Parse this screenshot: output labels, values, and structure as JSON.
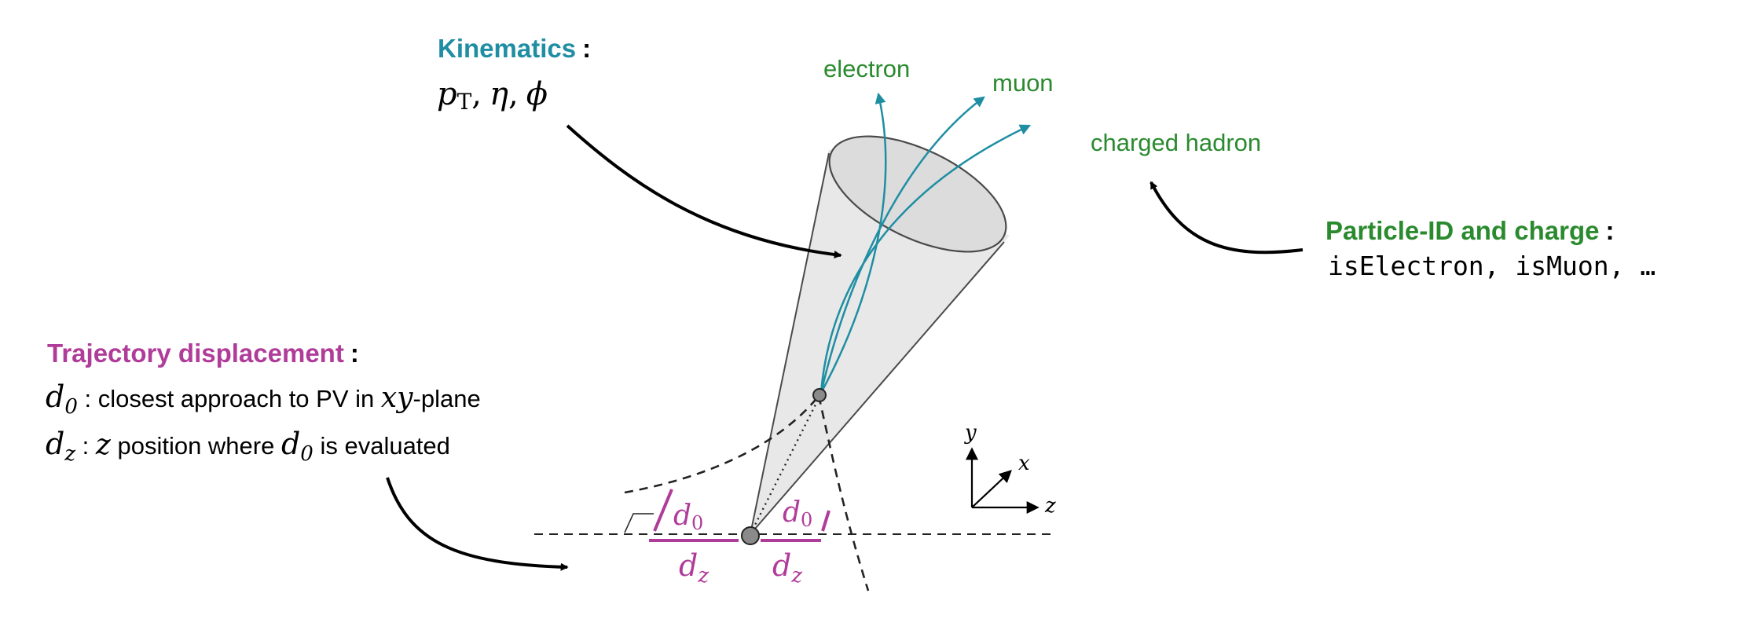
{
  "colors": {
    "kinematics": "#1f8ea3",
    "particle": "#2a8a2e",
    "trajectory": "#b03c9a",
    "track": "#1f8ea3",
    "cone_fill": "#e6e6e6",
    "cone_stroke": "#4a4a4a",
    "ink": "#000000"
  },
  "kinematics": {
    "title": "Kinematics",
    "colon": ":",
    "vars": [
      "p",
      "T",
      "η",
      "ϕ"
    ],
    "sep": ","
  },
  "particles": {
    "electron": "electron",
    "muon": "muon",
    "hadron": "charged hadron"
  },
  "pid": {
    "title": "Particle-ID and charge",
    "colon": ":",
    "vars": "isElectron, isMuon, …"
  },
  "trajectory": {
    "title": "Trajectory displacement",
    "colon": ":",
    "d0_sym": "d",
    "d0_sub": "0",
    "d0_text": " : closest approach to PV in ",
    "xy": "xy",
    "plane": "-plane",
    "dz_sym": "d",
    "dz_sub": "z",
    "dz_text1": " : ",
    "z": "z",
    "dz_text2": " position where ",
    "dz_text3": " is evaluated"
  },
  "geometry_labels": {
    "d": "d",
    "sub0": "0",
    "subz": "z"
  },
  "axes": {
    "y": "y",
    "x": "x",
    "z": "z"
  },
  "icons": [
    "arrow-icon",
    "vertex-icon",
    "cone-icon"
  ]
}
